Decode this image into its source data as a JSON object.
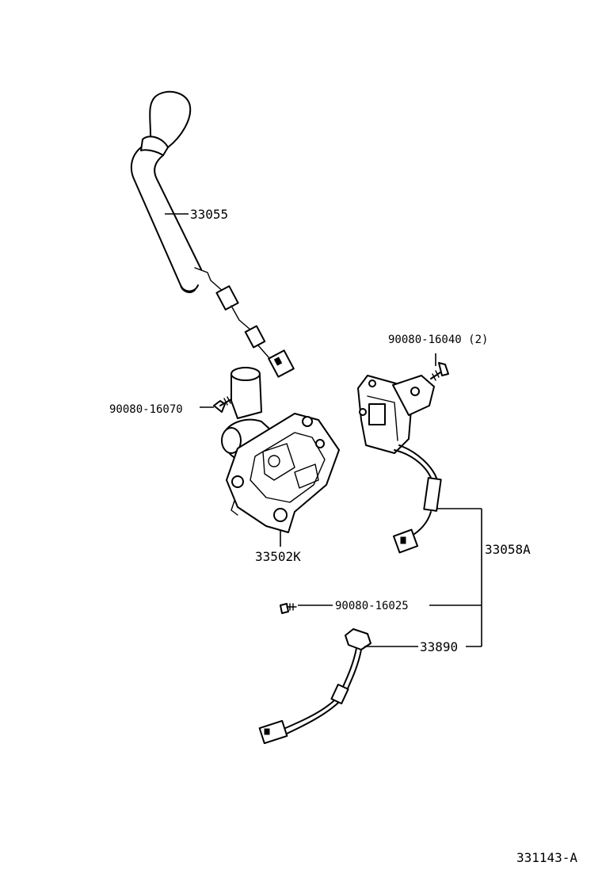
{
  "parts": {
    "shift_lever": "33055",
    "bolt_16070": "90080-16070",
    "selector_assembly": "33502K",
    "bolt_16040": "90080-16040 (2)",
    "switch_assembly": "33058A",
    "screw_16025": "90080-16025",
    "sensor_harness": "33890"
  },
  "diagram_id": "331143-A"
}
